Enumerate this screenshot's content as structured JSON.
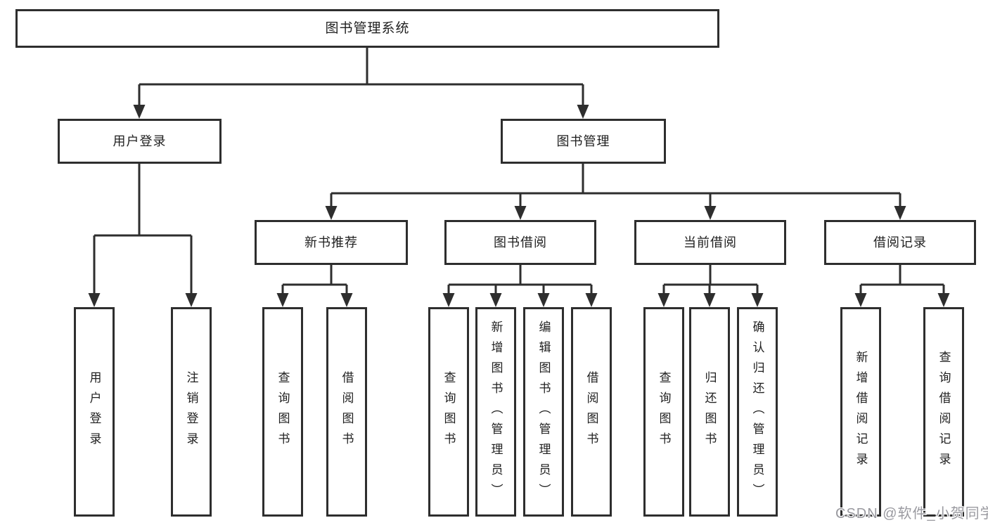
{
  "colors": {
    "line": "#2e2e2e",
    "box_border": "#2e2e2e",
    "text": "#1f1f1f",
    "watermark": "#9a9aa0",
    "background": "#ffffff"
  },
  "diagram": {
    "root": {
      "label": "图书管理系统"
    },
    "level2": [
      {
        "label": "用户登录",
        "parent": "图书管理系统"
      },
      {
        "label": "图书管理",
        "parent": "图书管理系统"
      }
    ],
    "level3": [
      {
        "label": "新书推荐",
        "parent": "图书管理"
      },
      {
        "label": "图书借阅",
        "parent": "图书管理"
      },
      {
        "label": "当前借阅",
        "parent": "图书管理"
      },
      {
        "label": "借阅记录",
        "parent": "图书管理"
      }
    ],
    "leaves": [
      {
        "label": "用户登录",
        "parent": "用户登录"
      },
      {
        "label": "注销登录",
        "parent": "用户登录"
      },
      {
        "label": "查询图书",
        "parent": "新书推荐"
      },
      {
        "label": "借阅图书",
        "parent": "新书推荐"
      },
      {
        "label": "查询图书",
        "parent": "图书借阅"
      },
      {
        "label": "新增图书（管理员）",
        "parent": "图书借阅"
      },
      {
        "label": "编辑图书（管理员）",
        "parent": "图书借阅"
      },
      {
        "label": "借阅图书",
        "parent": "图书借阅"
      },
      {
        "label": "查询图书",
        "parent": "当前借阅"
      },
      {
        "label": "归还图书",
        "parent": "当前借阅"
      },
      {
        "label": "确认归还（管理员）",
        "parent": "当前借阅"
      },
      {
        "label": "新增借阅记录",
        "parent": "借阅记录"
      },
      {
        "label": "查询借阅记录",
        "parent": "借阅记录"
      }
    ],
    "watermark": "CSDN @软件_小贺同学"
  }
}
